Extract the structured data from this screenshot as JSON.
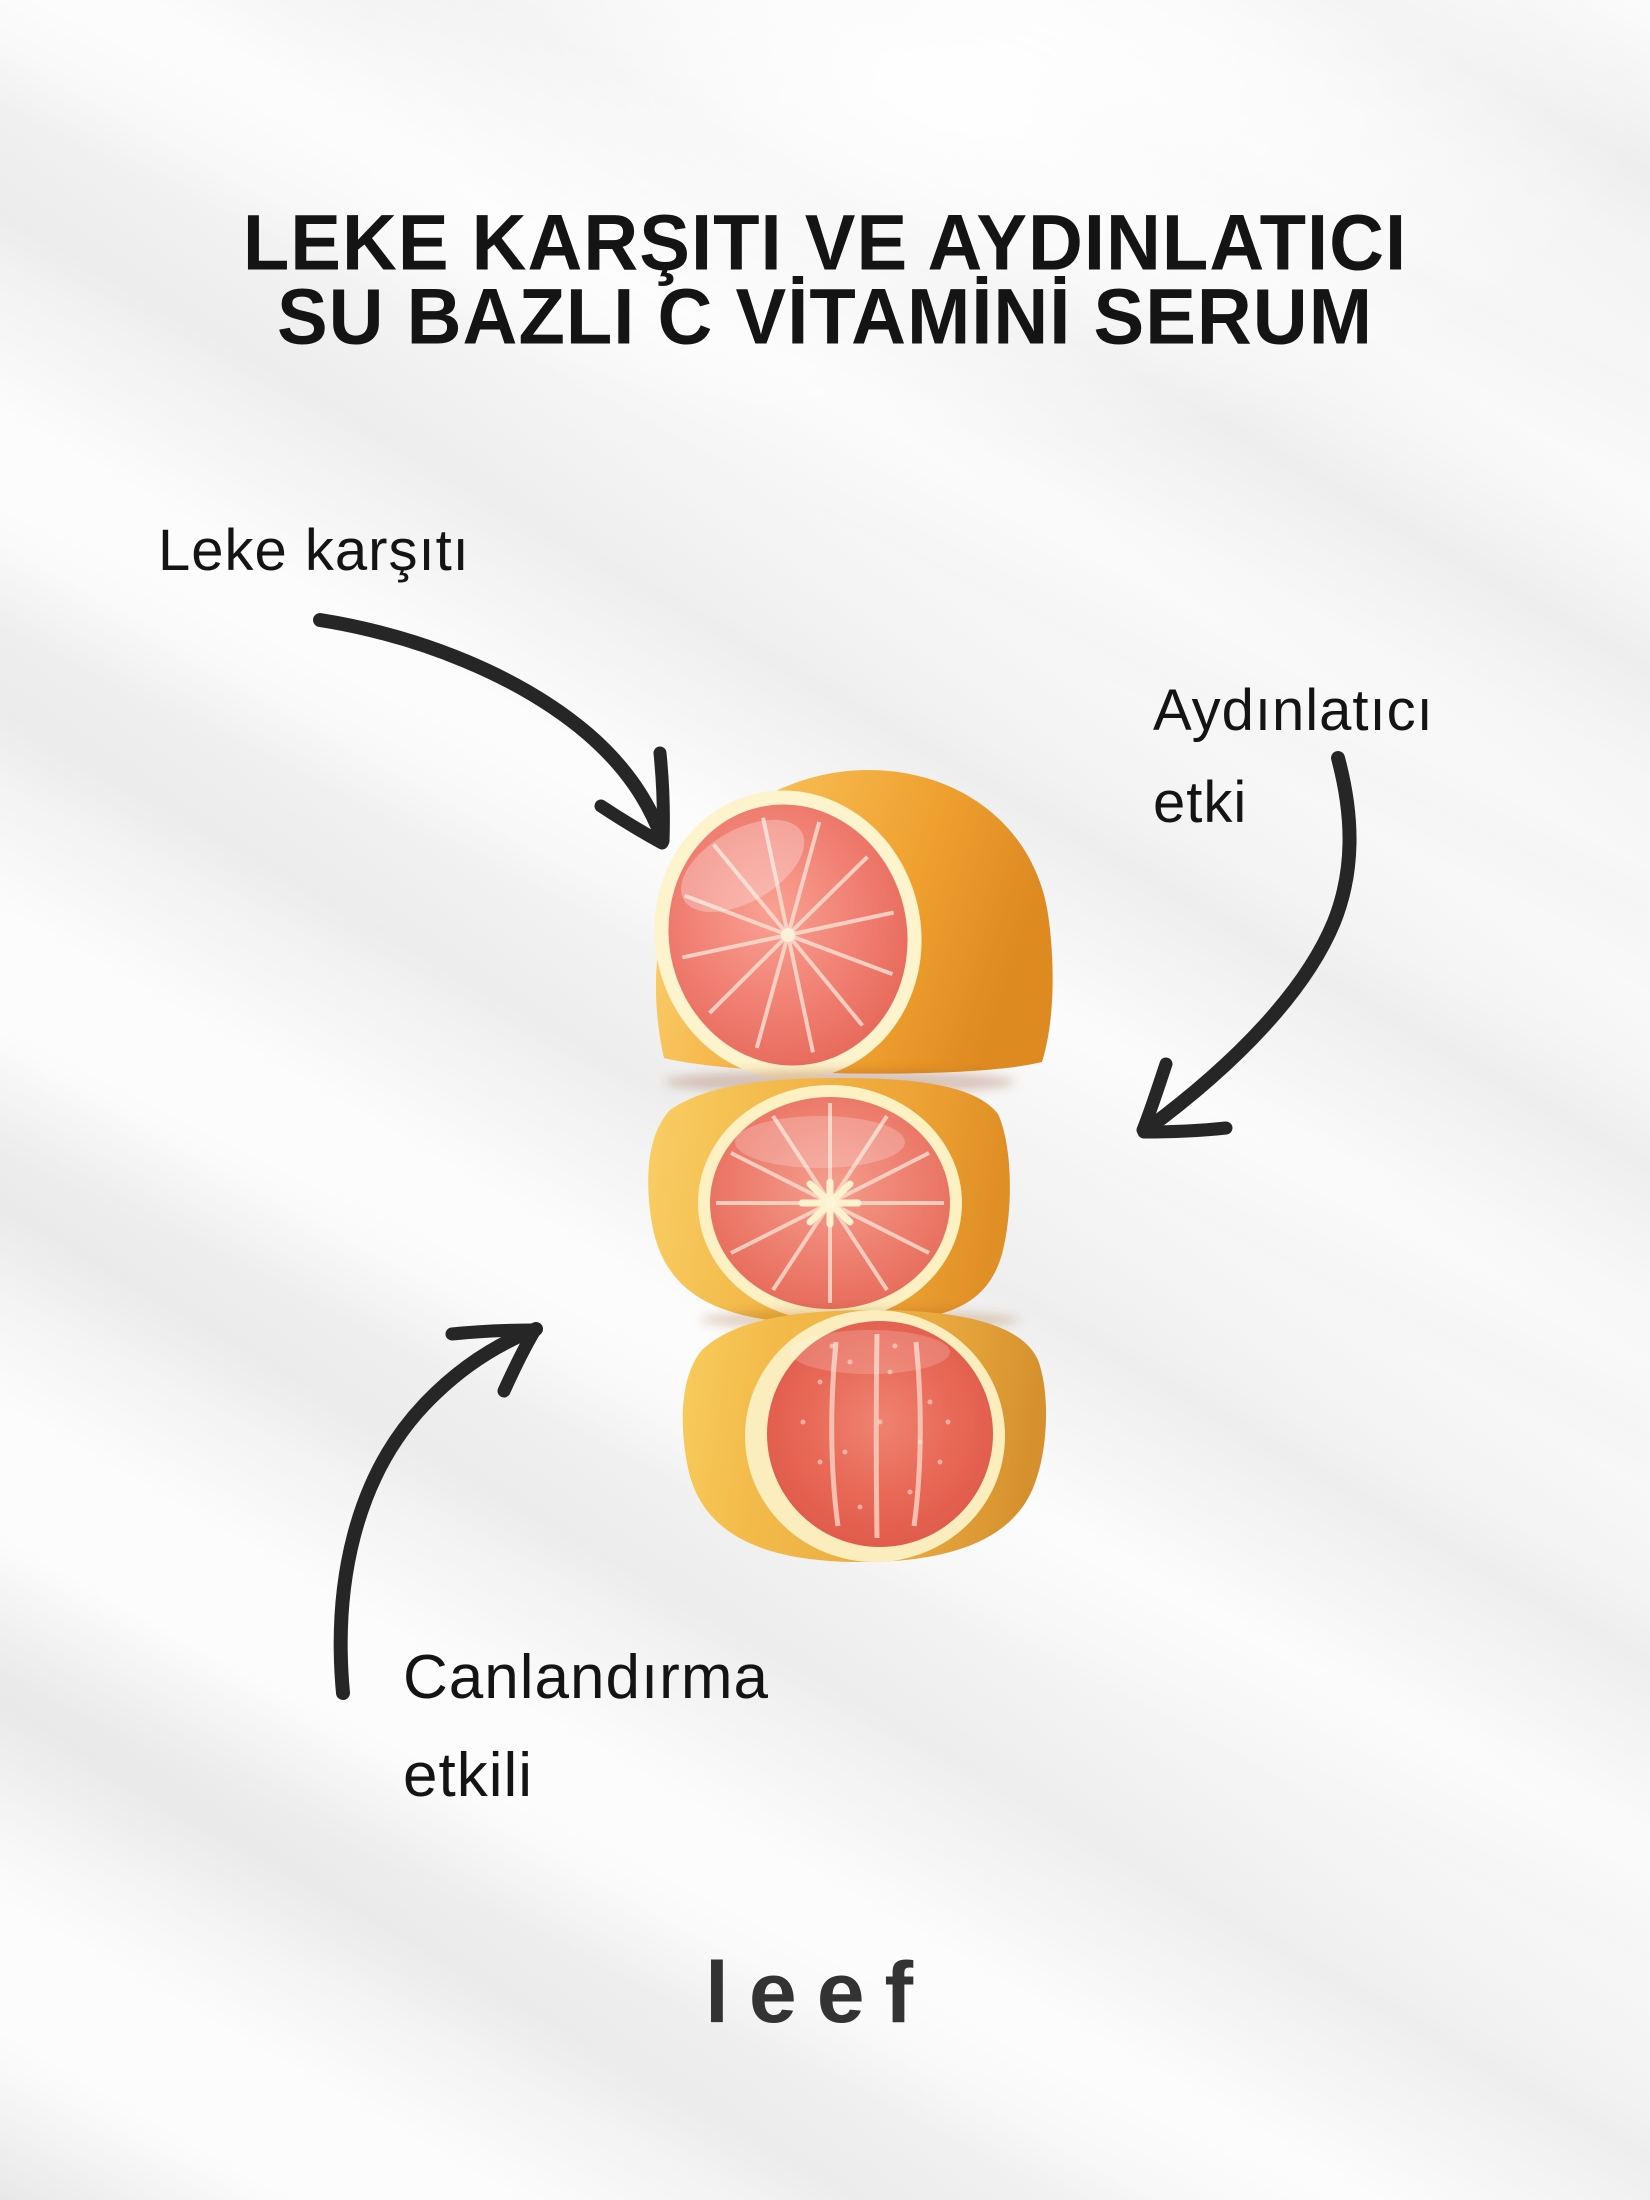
{
  "poster": {
    "title_line1": "LEKE KARŞITI VE AYDINLATICI",
    "title_line2": "SU BAZLI C VİTAMİNİ SERUM",
    "callouts": {
      "leke": {
        "label": "Leke karşıtı"
      },
      "aydinlatici": {
        "line1": "Aydınlatıcı",
        "line2": "etki"
      },
      "canlandirma": {
        "line1": "Canlandırma",
        "line2": "etkili"
      }
    },
    "brand_logo": "leef",
    "illustration": "stacked-grapefruit-halves",
    "colors": {
      "text": "#141414",
      "arrow": "#262626",
      "logo": "#333333",
      "peel_yellow": "#fbd678",
      "peel_orange": "#efa02f",
      "rind_pale": "#fdf2cb",
      "flesh_coral": "#ef7d6d",
      "flesh_deep": "#e25648"
    }
  }
}
